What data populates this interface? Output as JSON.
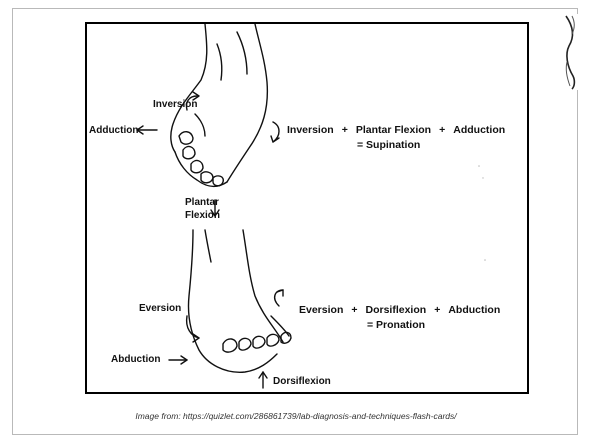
{
  "figure": {
    "top_labels": {
      "inversion": "Inversion",
      "adduction": "Adduction",
      "plantar_flexion_line1": "Plantar",
      "plantar_flexion_line2": "Flexion"
    },
    "top_equation": {
      "term1": "Inversion",
      "term2": "Plantar Flexion",
      "term3": "Adduction",
      "plus": "+",
      "result": "= Supination"
    },
    "bottom_labels": {
      "eversion": "Eversion",
      "abduction": "Abduction",
      "dorsiflexion": "Dorsiflexion"
    },
    "bottom_equation": {
      "term1": "Eversion",
      "term2": "Dorsiflexion",
      "term3": "Abduction",
      "plus": "+",
      "result": "= Pronation"
    }
  },
  "caption": "Image from: https://quizlet.com/286861739/lab-diagnosis-and-techniques-flash-cards/"
}
